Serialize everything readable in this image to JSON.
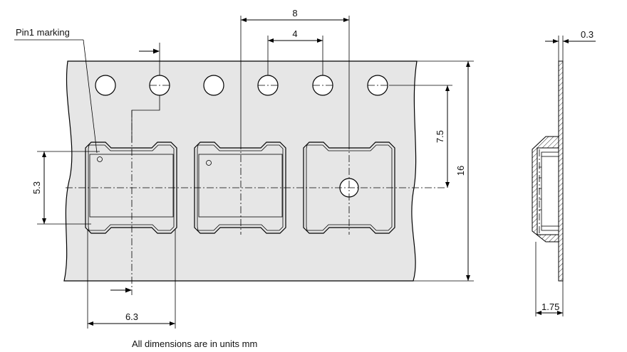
{
  "labels": {
    "pin1": "Pin1 marking",
    "pitch": "8",
    "sprocket_pitch": "4",
    "thickness": "0.3",
    "offset": "7.5",
    "width": "16",
    "pocket_height": "5.3",
    "pocket_width": "6.3",
    "depth": "1.75",
    "note": "All dimensions are in units mm"
  }
}
